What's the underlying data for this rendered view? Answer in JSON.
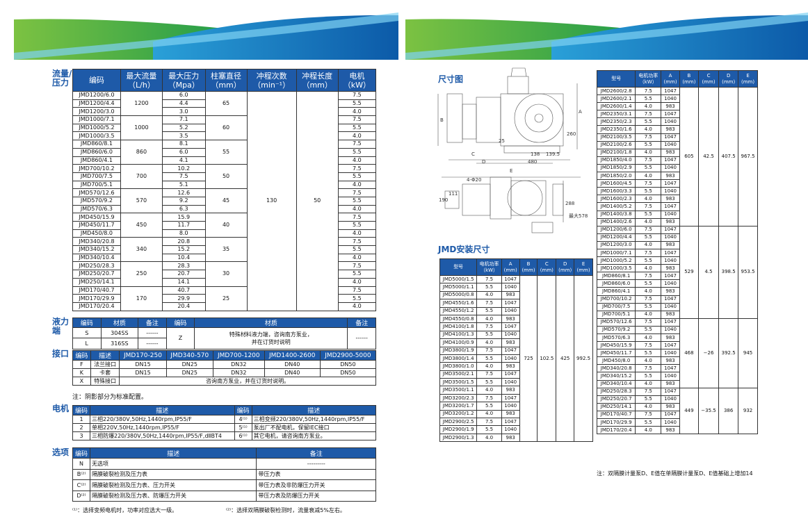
{
  "sections": {
    "flow": "流量/\n压力",
    "liquid_end": "液力\n端",
    "connection": "接口",
    "motor": "电机",
    "options": "选项",
    "dimension": "尺寸图",
    "install": "JMD安装尺寸"
  },
  "t1": {
    "headers": [
      "编码",
      "最大流量\n（L/h）",
      "最大压力\n（Mpa）",
      "柱塞直径\n（mm）",
      "冲程次数\n（min⁻¹）",
      "冲程长度\n（mm）",
      "电机\n（kW）"
    ],
    "models": [
      "JMD1200/6.0",
      "JMD1200/4.4",
      "JMD1200/3.0",
      "JMD1000/7.1",
      "JMD1000/5.2",
      "JMD1000/3.5",
      "JMD860/8.1",
      "JMD860/6.0",
      "JMD860/4.1",
      "JMD700/10.2",
      "JMD700/7.5",
      "JMD700/5.1",
      "JMD570/12.6",
      "JMD570/9.2",
      "JMD570/6.3",
      "JMD450/15.9",
      "JMD450/11.7",
      "JMD450/8.0",
      "JMD340/20.8",
      "JMD340/15.2",
      "JMD340/10.4",
      "JMD250/28.3",
      "JMD250/20.7",
      "JMD250/14.1",
      "JMD170/40.7",
      "JMD170/29.9",
      "JMD170/20.4"
    ],
    "pressure": [
      "6.0",
      "4.4",
      "3.0",
      "7.1",
      "5.2",
      "3.5",
      "8.1",
      "6.0",
      "4.1",
      "10.2",
      "7.5",
      "5.1",
      "12.6",
      "9.2",
      "6.3",
      "15.9",
      "11.7",
      "8.0",
      "20.8",
      "15.2",
      "10.4",
      "28.3",
      "20.7",
      "14.1",
      "40.7",
      "29.9",
      "20.4"
    ],
    "power": [
      "7.5",
      "5.5",
      "4.0",
      "7.5",
      "5.5",
      "4.0",
      "7.5",
      "5.5",
      "4.0",
      "7.5",
      "5.5",
      "4.0",
      "7.5",
      "5.5",
      "4.0",
      "7.5",
      "5.5",
      "4.0",
      "7.5",
      "5.5",
      "4.0",
      "7.5",
      "5.5",
      "4.0",
      "7.5",
      "5.5",
      "4.0"
    ],
    "flow": [
      "1200",
      "1000",
      "860",
      "700",
      "570",
      "450",
      "340",
      "250",
      "170"
    ],
    "diameter": [
      "65",
      "60",
      "55",
      "50",
      "45",
      "40",
      "35",
      "30",
      "25"
    ],
    "strokes": "130",
    "length": "50"
  },
  "t2": {
    "h": [
      "编码",
      "材质",
      "备注",
      "编码",
      "材质",
      "备注"
    ],
    "r1": [
      "S",
      "304SS",
      "------"
    ],
    "r2": [
      "L",
      "316SS",
      "------"
    ],
    "z": "Z",
    "z_mat": "特殊材料液力端，咨询南方泵业，\n并在订货时说明",
    "z_note": "------"
  },
  "t3": {
    "h": [
      "编码",
      "描述",
      "JMD170-250",
      "JMD340-570",
      "JMD700-1200",
      "JMD1400-2600",
      "JMD2900-5000"
    ],
    "rows": [
      [
        "F",
        "法兰接口",
        "DN15",
        "DN25",
        "DN32",
        "DN40",
        "DN50"
      ],
      [
        "K",
        "卡套",
        "DN15",
        "DN25",
        "DN32",
        "DN40",
        "DN50"
      ]
    ],
    "x": [
      "X",
      "特殊接口",
      "咨询南方泵业，并在订货时说明。"
    ],
    "note": "注：阴影部分为标准配置。"
  },
  "t4": {
    "h": [
      "编码",
      "描述",
      "编码",
      "描述"
    ],
    "rows": [
      [
        "1",
        "三相220/380V,50Hz,1440rpm,IP55/F",
        "4⁽¹⁾",
        "三相变频220/380V,50Hz,1440rpm,IP55/F"
      ],
      [
        "2",
        "单相220V,50Hz,1440rpm,IP55/F",
        "5⁽¹⁾",
        "泵出厂不配电机，保留IEC接口"
      ],
      [
        "3",
        "三相防爆220/380V,50Hz,1440rpm,IP55/F,dⅡBT4",
        "6⁽¹⁾",
        "其它电机，请咨询南方泵业。"
      ]
    ]
  },
  "t5": {
    "h": [
      "编码",
      "描述",
      "备注"
    ],
    "rows": [
      [
        "N",
        "无选项",
        "---------"
      ],
      [
        "B⁽²⁾",
        "隔膜破裂检测及压力表",
        "带压力表"
      ],
      [
        "C⁽²⁾",
        "隔膜破裂检测及压力表、压力开关",
        "带压力表及非防爆压力开关"
      ],
      [
        "D⁽²⁾",
        "隔膜破裂检测及压力表、防爆压力开关",
        "带压力表及防爆压力开关"
      ]
    ]
  },
  "footnote1": "⁽¹⁾：选择变频电机时，功率对应选大一级。",
  "footnote2": "⁽²⁾：选择双隔膜破裂检测时，流量衰减5%左右。",
  "tl": {
    "h": [
      "型号",
      "电机功率\n（kW）",
      "A\n(mm)",
      "B\n(mm)",
      "C\n(mm)",
      "D\n(mm)",
      "E\n(mm)"
    ],
    "rows": [
      [
        "JMD5000/1.5",
        "7.5",
        "1047"
      ],
      [
        "JMD5000/1.1",
        "5.5",
        "1040"
      ],
      [
        "JMD5000/0.8",
        "4.0",
        "983"
      ],
      [
        "JMD4550/1.6",
        "7.5",
        "1047"
      ],
      [
        "JMD4550/1.2",
        "5.5",
        "1040"
      ],
      [
        "JMD4550/0.8",
        "4.0",
        "983"
      ],
      [
        "JMD4100/1.8",
        "7.5",
        "1047"
      ],
      [
        "JMD4100/1.3",
        "5.5",
        "1040"
      ],
      [
        "JMD4100/0.9",
        "4.0",
        "983"
      ],
      [
        "JMD3800/1.9",
        "7.5",
        "1047"
      ],
      [
        "JMD3800/1.4",
        "5.5",
        "1040"
      ],
      [
        "JMD3800/1.0",
        "4.0",
        "983"
      ],
      [
        "JMD3500/2.1",
        "7.5",
        "1047"
      ],
      [
        "JMD3500/1.5",
        "5.5",
        "1040"
      ],
      [
        "JMD3500/1.1",
        "4.0",
        "983"
      ],
      [
        "JMD3200/2.3",
        "7.5",
        "1047"
      ],
      [
        "JMD3200/1.7",
        "5.5",
        "1040"
      ],
      [
        "JMD3200/1.2",
        "4.0",
        "983"
      ],
      [
        "JMD2900/2.5",
        "7.5",
        "1047"
      ],
      [
        "JMD2900/1.9",
        "5.5",
        "1040"
      ],
      [
        "JMD2900/1.3",
        "4.0",
        "983"
      ]
    ],
    "b": "725",
    "c": "102.5",
    "d": "425",
    "e": "992.5"
  },
  "tr": {
    "h": [
      "型号",
      "电机功率\n（kW）",
      "A\n(mm)",
      "B\n(mm)",
      "C\n(mm)",
      "D\n(mm)",
      "E\n(mm)"
    ],
    "rows": [
      [
        "JMD2600/2.8",
        "7.5",
        "1047"
      ],
      [
        "JMD2600/2.1",
        "5.5",
        "1040"
      ],
      [
        "JMD2600/1.4",
        "4.0",
        "983"
      ],
      [
        "JMD2350/3.1",
        "7.5",
        "1047"
      ],
      [
        "JMD2350/2.3",
        "5.5",
        "1040"
      ],
      [
        "JMD2350/1.6",
        "4.0",
        "983"
      ],
      [
        "JMD2100/3.5",
        "7.5",
        "1047"
      ],
      [
        "JMD2100/2.6",
        "5.5",
        "1040"
      ],
      [
        "JMD2100/1.8",
        "4.0",
        "983"
      ],
      [
        "JMD1850/4.0",
        "7.5",
        "1047"
      ],
      [
        "JMD1850/2.9",
        "5.5",
        "1040"
      ],
      [
        "JMD1850/2.0",
        "4.0",
        "983"
      ],
      [
        "JMD1600/4.5",
        "7.5",
        "1047"
      ],
      [
        "JMD1600/3.3",
        "5.5",
        "1040"
      ],
      [
        "JMD1600/2.3",
        "4.0",
        "983"
      ],
      [
        "JMD1400/5.2",
        "7.5",
        "1047"
      ],
      [
        "JMD1400/3.8",
        "5.5",
        "1040"
      ],
      [
        "JMD1400/2.6",
        "4.0",
        "983"
      ],
      [
        "JMD1200/6.0",
        "7.5",
        "1047"
      ],
      [
        "JMD1200/4.4",
        "5.5",
        "1040"
      ],
      [
        "JMD1200/3.0",
        "4.0",
        "983"
      ],
      [
        "JMD1000/7.1",
        "7.5",
        "1047"
      ],
      [
        "JMD1000/5.2",
        "5.5",
        "1040"
      ],
      [
        "JMD1000/3.5",
        "4.0",
        "983"
      ],
      [
        "JMD860/8.1",
        "7.5",
        "1047"
      ],
      [
        "JMD860/6.0",
        "5.5",
        "1040"
      ],
      [
        "JMD860/4.1",
        "4.0",
        "983"
      ],
      [
        "JMD700/10.2",
        "7.5",
        "1047"
      ],
      [
        "JMD700/7.5",
        "5.5",
        "1040"
      ],
      [
        "JMD700/5.1",
        "4.0",
        "983"
      ],
      [
        "JMD570/12.6",
        "7.5",
        "1047"
      ],
      [
        "JMD570/9.2",
        "5.5",
        "1040"
      ],
      [
        "JMD570/6.3",
        "4.0",
        "983"
      ],
      [
        "JMD450/15.9",
        "7.5",
        "1047"
      ],
      [
        "JMD450/11.7",
        "5.5",
        "1040"
      ],
      [
        "JMD450/8.0",
        "4.0",
        "983"
      ],
      [
        "JMD340/20.8",
        "7.5",
        "1047"
      ],
      [
        "JMD340/15.2",
        "5.5",
        "1040"
      ],
      [
        "JMD340/10.4",
        "4.0",
        "983"
      ],
      [
        "JMD250/28.3",
        "7.5",
        "1047"
      ],
      [
        "JMD250/20.7",
        "5.5",
        "1040"
      ],
      [
        "JMD250/14.1",
        "4.0",
        "983"
      ],
      [
        "JMD170/40.7",
        "7.5",
        "1047"
      ],
      [
        "JMD170/29.9",
        "5.5",
        "1040"
      ],
      [
        "JMD170/20.4",
        "4.0",
        "983"
      ]
    ],
    "g1": [
      "605",
      "42.5",
      "407.5",
      "967.5"
    ],
    "g2": [
      "529",
      "4.5",
      "398.5",
      "953.5"
    ],
    "g3": [
      "468",
      "−26",
      "392.5",
      "945"
    ],
    "g4": [
      "449",
      "−35.5",
      "386",
      "932"
    ],
    "note": "注：双隔膜计量泵D、E值在单隔膜计量泵D、E值基础上增加14"
  },
  "drawing": {
    "A": "A",
    "B": "B",
    "C": "C",
    "D": "D",
    "E": "E",
    "d25": "25",
    "d138": "138",
    "d1395": "139.5",
    "d480": "480",
    "d260": "260",
    "holes": "4-Φ20",
    "d111": "111",
    "d190": "190",
    "d288": "288",
    "max578": "最大578"
  },
  "colors": {
    "blue": "#1e5aa8",
    "green": "#3aa64a",
    "lightblue": "#5fc2ea"
  }
}
